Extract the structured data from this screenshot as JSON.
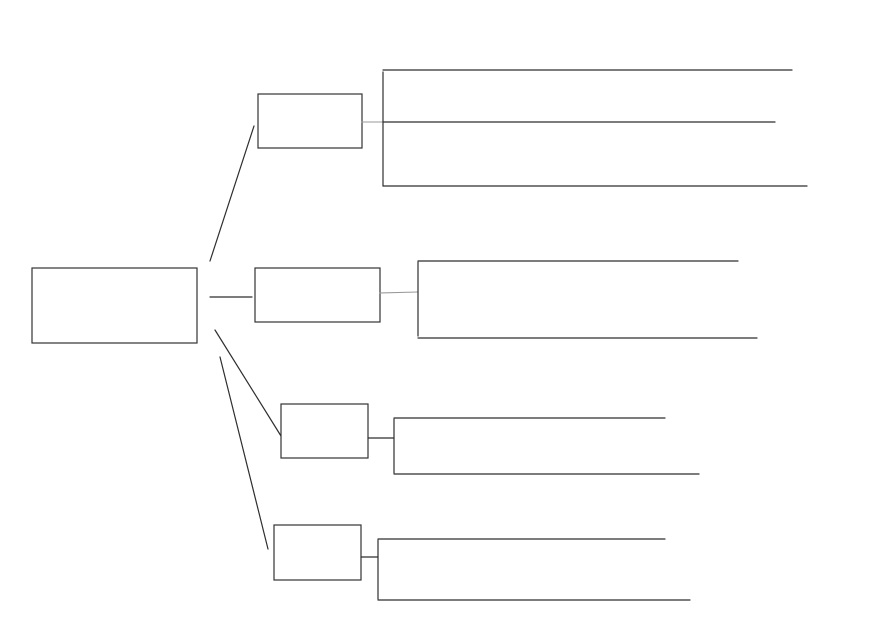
{
  "diagram": {
    "type": "blank-tree-organizer",
    "stroke_color": "#2e2e2e",
    "background_color": "#ffffff",
    "root_label": "",
    "branches": [
      {
        "label": "",
        "detail_lines": 3
      },
      {
        "label": "",
        "detail_lines": 2
      },
      {
        "label": "",
        "detail_lines": 2
      },
      {
        "label": "",
        "detail_lines": 2
      }
    ]
  }
}
